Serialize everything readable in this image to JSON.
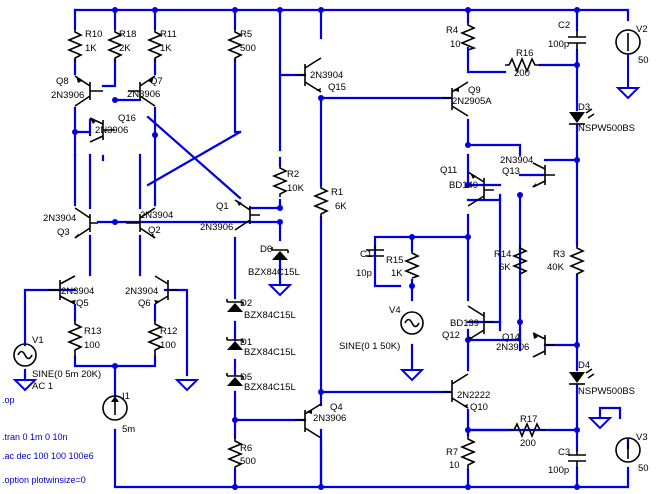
{
  "colors": {
    "wire": "#0000e0",
    "component": "#000000",
    "directive": "#0000cc",
    "background": "#ffffff"
  },
  "components": {
    "R10": {
      "name": "R10",
      "value": "1K"
    },
    "R18": {
      "name": "R18",
      "value": "2K"
    },
    "R11": {
      "name": "R11",
      "value": "1K"
    },
    "R5": {
      "name": "R5",
      "value": "500"
    },
    "R2": {
      "name": "R2",
      "value": "10K"
    },
    "R1": {
      "name": "R1",
      "value": "6K"
    },
    "R4": {
      "name": "R4",
      "value": "10"
    },
    "R16": {
      "name": "R16",
      "value": "200"
    },
    "R15": {
      "name": "R15",
      "value": "1K"
    },
    "R14": {
      "name": "R14",
      "value": "6K"
    },
    "R3": {
      "name": "R3",
      "value": "40K"
    },
    "R13": {
      "name": "R13",
      "value": "100"
    },
    "R12": {
      "name": "R12",
      "value": "100"
    },
    "R6": {
      "name": "R6",
      "value": "500"
    },
    "R7": {
      "name": "R7",
      "value": "10"
    },
    "R17": {
      "name": "R17",
      "value": "200"
    },
    "C1": {
      "name": "C1",
      "value": "10p"
    },
    "C2": {
      "name": "C2",
      "value": "100p"
    },
    "C3": {
      "name": "C3",
      "value": "100p"
    },
    "Q8": {
      "name": "Q8",
      "model": "2N3906"
    },
    "Q7": {
      "name": "Q7",
      "model": "2N3906"
    },
    "Q16": {
      "name": "Q16",
      "model": "2N3906"
    },
    "Q3": {
      "name": "Q3",
      "model": "2N3904"
    },
    "Q2": {
      "name": "Q2",
      "model": "2N3904"
    },
    "Q1": {
      "name": "Q1",
      "model": "2N3906"
    },
    "Q5": {
      "name": "Q5",
      "model": "2N3904"
    },
    "Q6": {
      "name": "Q6",
      "model": "2N3904"
    },
    "Q15": {
      "name": "Q15",
      "model": "2N3904"
    },
    "Q4": {
      "name": "Q4",
      "model": "2N3906"
    },
    "Q9": {
      "name": "Q9",
      "model": "2N2905A"
    },
    "Q11": {
      "name": "Q11",
      "model": "BD140"
    },
    "Q13": {
      "name": "Q13",
      "model": "2N3904"
    },
    "Q12": {
      "name": "Q12",
      "model": "BD139"
    },
    "Q14": {
      "name": "Q14",
      "model": "2N3906"
    },
    "Q10": {
      "name": "Q10",
      "model": "2N2222"
    },
    "D6": {
      "name": "D6",
      "model": "BZX84C15L"
    },
    "D2": {
      "name": "D2",
      "model": "BZX84C15L"
    },
    "D1": {
      "name": "D1",
      "model": "BZX84C15L"
    },
    "D5": {
      "name": "D5",
      "model": "BZX84C15L"
    },
    "D3": {
      "name": "D3",
      "model": "NSPW500BS"
    },
    "D4": {
      "name": "D4",
      "model": "NSPW500BS"
    },
    "V1": {
      "name": "V1",
      "value": "SINE(0 5m 20K)",
      "ac": "AC 1"
    },
    "V2": {
      "name": "V2",
      "value": "50"
    },
    "V3": {
      "name": "V3",
      "value": "50"
    },
    "V4": {
      "name": "V4",
      "value": "SINE(0 1 50K)"
    },
    "I1": {
      "name": "I1",
      "value": "5m"
    }
  },
  "directives": [
    ".op",
    ".tran 0 1m 0 10n",
    ".ac dec 100 100 100e6",
    ".option plotwinsize=0"
  ]
}
